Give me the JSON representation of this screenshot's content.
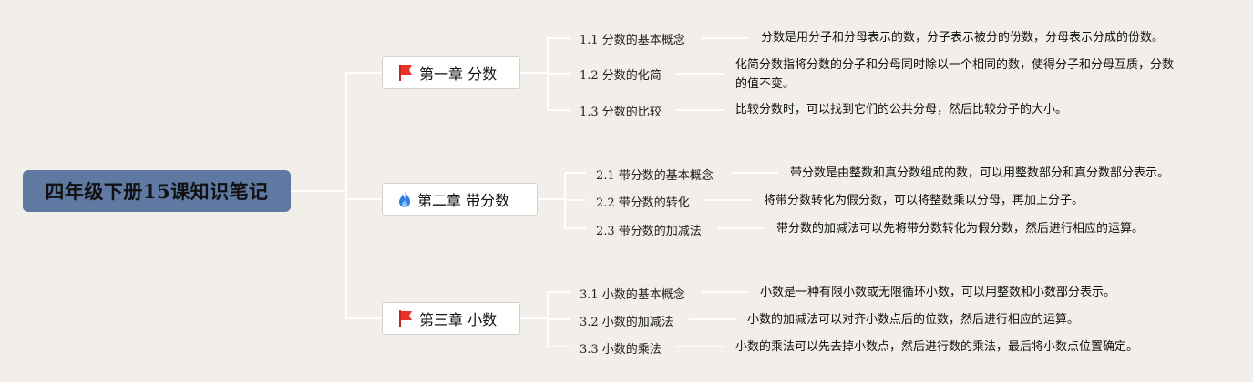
{
  "root": {
    "title": "四年级下册15课知识笔记"
  },
  "chapters": [
    {
      "title": "第一章 分数",
      "icon": "red-flag-icon",
      "topics": [
        {
          "label": "1.1 分数的基本概念",
          "desc": "分数是用分子和分母表示的数，分子表示被分的份数，分母表示分成的份数。"
        },
        {
          "label": "1.2 分数的化简",
          "desc": "化简分数指将分数的分子和分母同时除以一个相同的数，使得分子和分母互质，分数的值不变。"
        },
        {
          "label": "1.3 分数的比较",
          "desc": "比较分数时，可以找到它们的公共分母，然后比较分子的大小。"
        }
      ]
    },
    {
      "title": "第二章 带分数",
      "icon": "fire-icon",
      "topics": [
        {
          "label": "2.1 带分数的基本概念",
          "desc": "带分数是由整数和真分数组成的数，可以用整数部分和真分数部分表示。"
        },
        {
          "label": "2.2 带分数的转化",
          "desc": "将带分数转化为假分数，可以将整数乘以分母，再加上分子。"
        },
        {
          "label": "2.3 带分数的加减法",
          "desc": "带分数的加减法可以先将带分数转化为假分数，然后进行相应的运算。"
        }
      ]
    },
    {
      "title": "第三章 小数",
      "icon": "red-flag-icon",
      "topics": [
        {
          "label": "3.1 小数的基本概念",
          "desc": "小数是一种有限小数或无限循环小数，可以用整数和小数部分表示。"
        },
        {
          "label": "3.2 小数的加减法",
          "desc": "小数的加减法可以对齐小数点后的位数，然后进行相应的运算。"
        },
        {
          "label": "3.3 小数的乘法",
          "desc": "小数的乘法可以先去掉小数点，然后进行数的乘法，最后将小数点位置确定。"
        }
      ]
    }
  ],
  "colors": {
    "root_bg": "#5f79a3",
    "background": "#f2eeea",
    "flag": "#e8322a",
    "fire": "#2f7fe0"
  }
}
